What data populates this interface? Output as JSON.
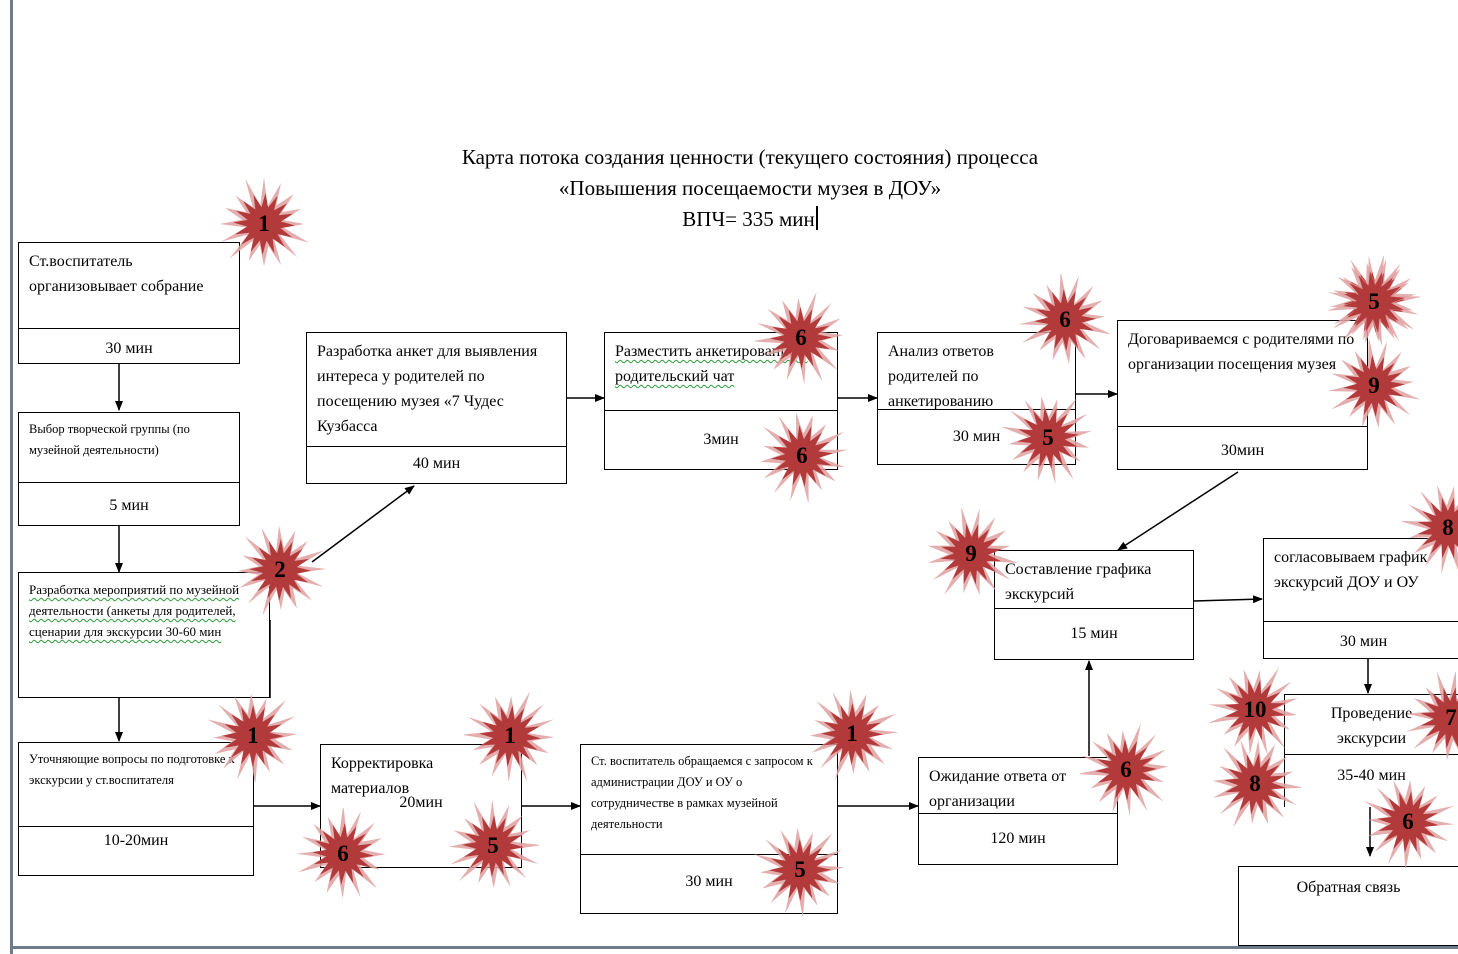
{
  "title": {
    "line1": "Карта потока создания ценности (текущего состояния) процесса",
    "line2": "«Повышения  посещаемости музея в ДОУ»",
    "line3": "ВПЧ= 335 мин"
  },
  "boxes": {
    "b1": {
      "text": "Ст.воспитатель организовывает собрание",
      "time": "30 мин"
    },
    "b2": {
      "text": "Выбор творческой группы (по музейной деятельности)",
      "time": "5 мин"
    },
    "b3": {
      "text": "Разработка мероприятий по музейной деятельности (анкеты для родителей, сценарии для экскурсии 30-60 мин"
    },
    "b4": {
      "text": "Уточняющие вопросы по подготовке к экскурсии у ст.воспитателя",
      "time": "10-20мин"
    },
    "b5": {
      "text": "Разработка анкет для выявления интереса у родителей по посещению музея «7 Чудес Кузбасса",
      "time": "40 мин"
    },
    "b6": {
      "text": "Разместить анкетирование в родительский чат",
      "time": "3мин"
    },
    "b7": {
      "text": "Анализ ответов родителей по анкетированию",
      "time": "30 мин"
    },
    "b8": {
      "text": "Договариваемся с родителями по организации посещения музея",
      "time": "30мин"
    },
    "b9": {
      "text": "Составление графика экскурсий",
      "time": "15 мин"
    },
    "b10": {
      "text": "согласовываем график экскурсий ДОУ и ОУ",
      "time": "30 мин"
    },
    "b11": {
      "text": "Проведение экскурсии",
      "time": "35-40 мин"
    },
    "b12": {
      "text": "Корректировка материалов",
      "time": "20мин"
    },
    "b13": {
      "text": "Ст. воспитатель обращаемся с запросом к администрации ДОУ и ОУ о сотрудничестве в рамках музейной деятельности",
      "time": "30 мин"
    },
    "b14": {
      "text": "Ожидание ответа от организации",
      "time": "120 мин"
    },
    "b15": {
      "text": "Обратная связь"
    }
  },
  "stars": [
    "1",
    "2",
    "1",
    "6",
    "6",
    "5",
    "6",
    "5",
    "5",
    "9",
    "9",
    "8",
    "10",
    "7",
    "8",
    "6",
    "1",
    "6",
    "5",
    "1",
    "5",
    "6"
  ],
  "colors": {
    "star_fill": "#b33a3a",
    "star_edge": "#e0a0a0",
    "frame": "#6e7b8a",
    "squiggle": "#2a9d3a"
  }
}
